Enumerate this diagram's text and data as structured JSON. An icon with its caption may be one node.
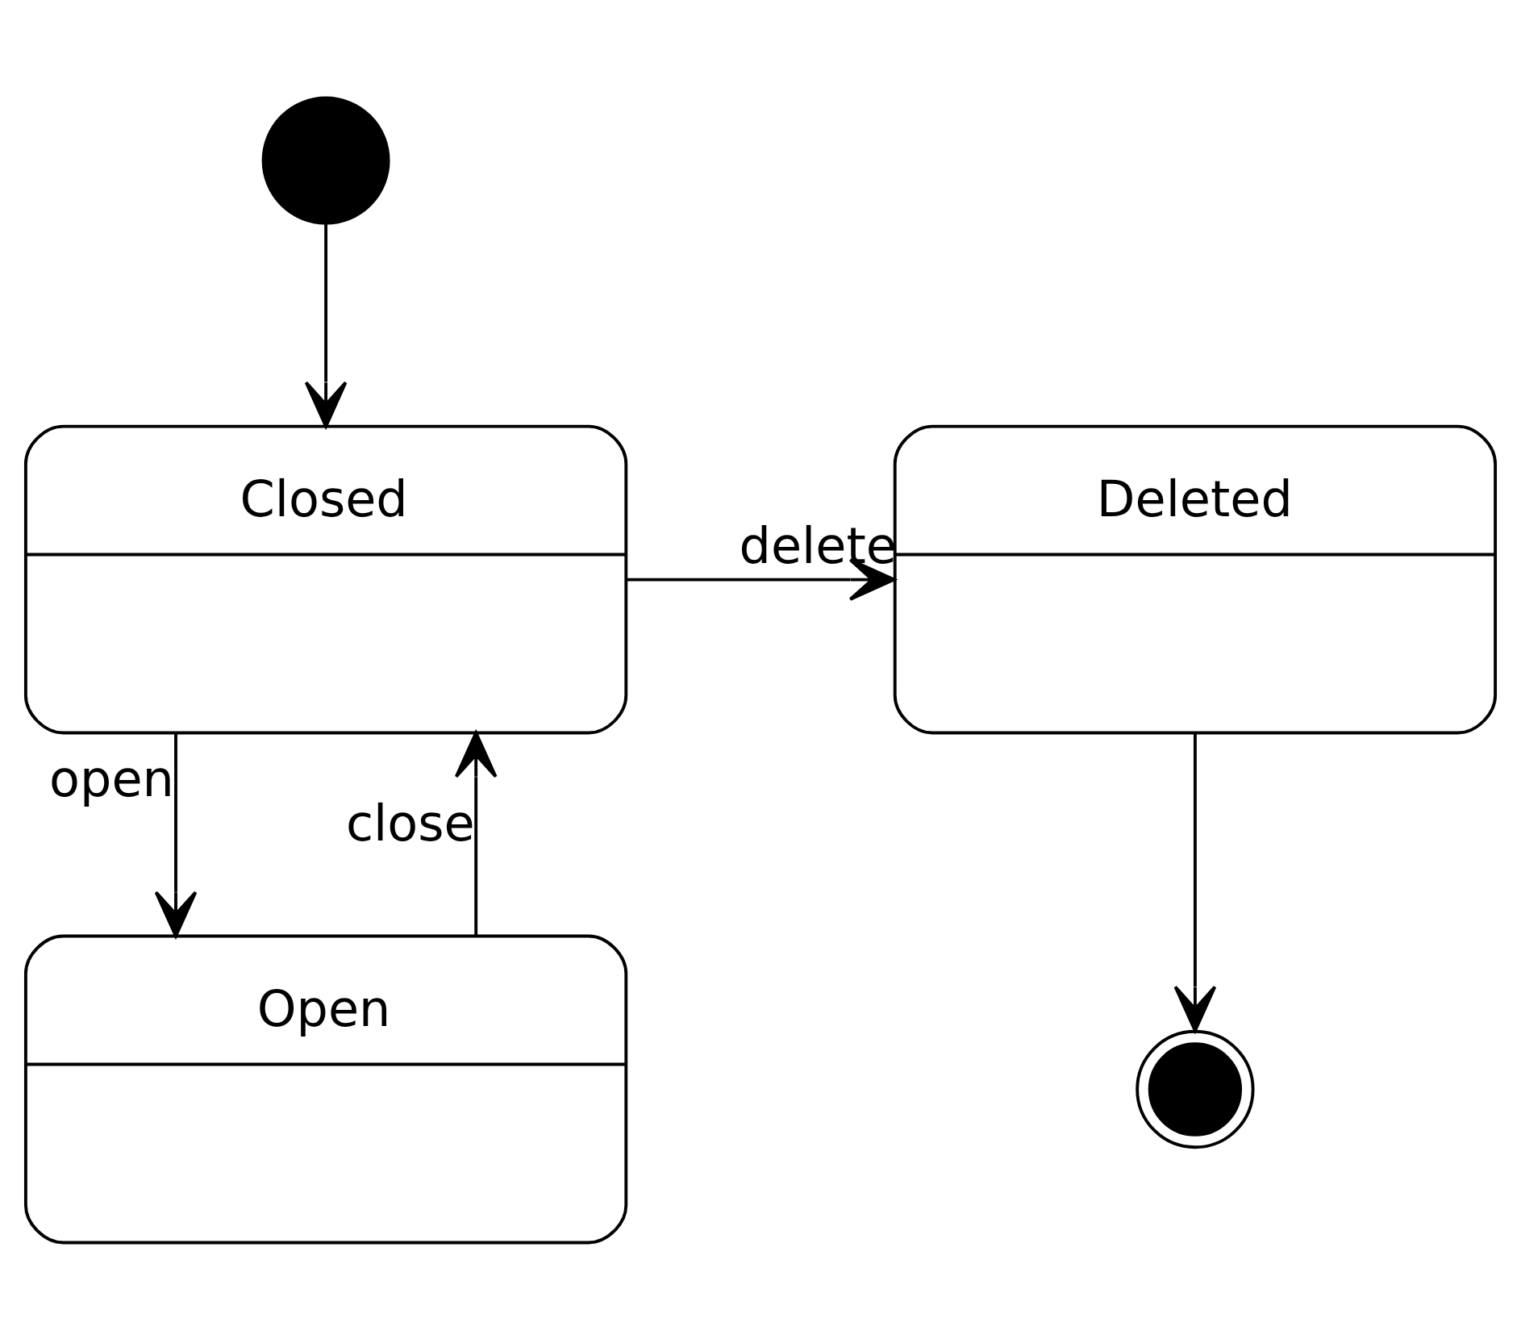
{
  "diagram": {
    "nodes": [
      {
        "text": [],
        "shape": "circle"
      },
      {
        "text": [
          "Closed"
        ]
      },
      {
        "text": [
          "Deleted"
        ]
      },
      {
        "text": [
          "Open"
        ]
      },
      {
        "text": [],
        "shape": "circle"
      }
    ],
    "edges": [
      {
        "from": 0,
        "to": 1,
        "arrow": "to"
      },
      {
        "from": 1,
        "to": 2,
        "arrow": "to",
        "label": "delete"
      },
      {
        "from": 1,
        "to": 3,
        "arrow": "to",
        "label": "open"
      },
      {
        "from": 3,
        "to": 1,
        "arrow": "to",
        "label": "close"
      },
      {
        "from": 2,
        "to": 4,
        "arrow": "to"
      }
    ]
  }
}
